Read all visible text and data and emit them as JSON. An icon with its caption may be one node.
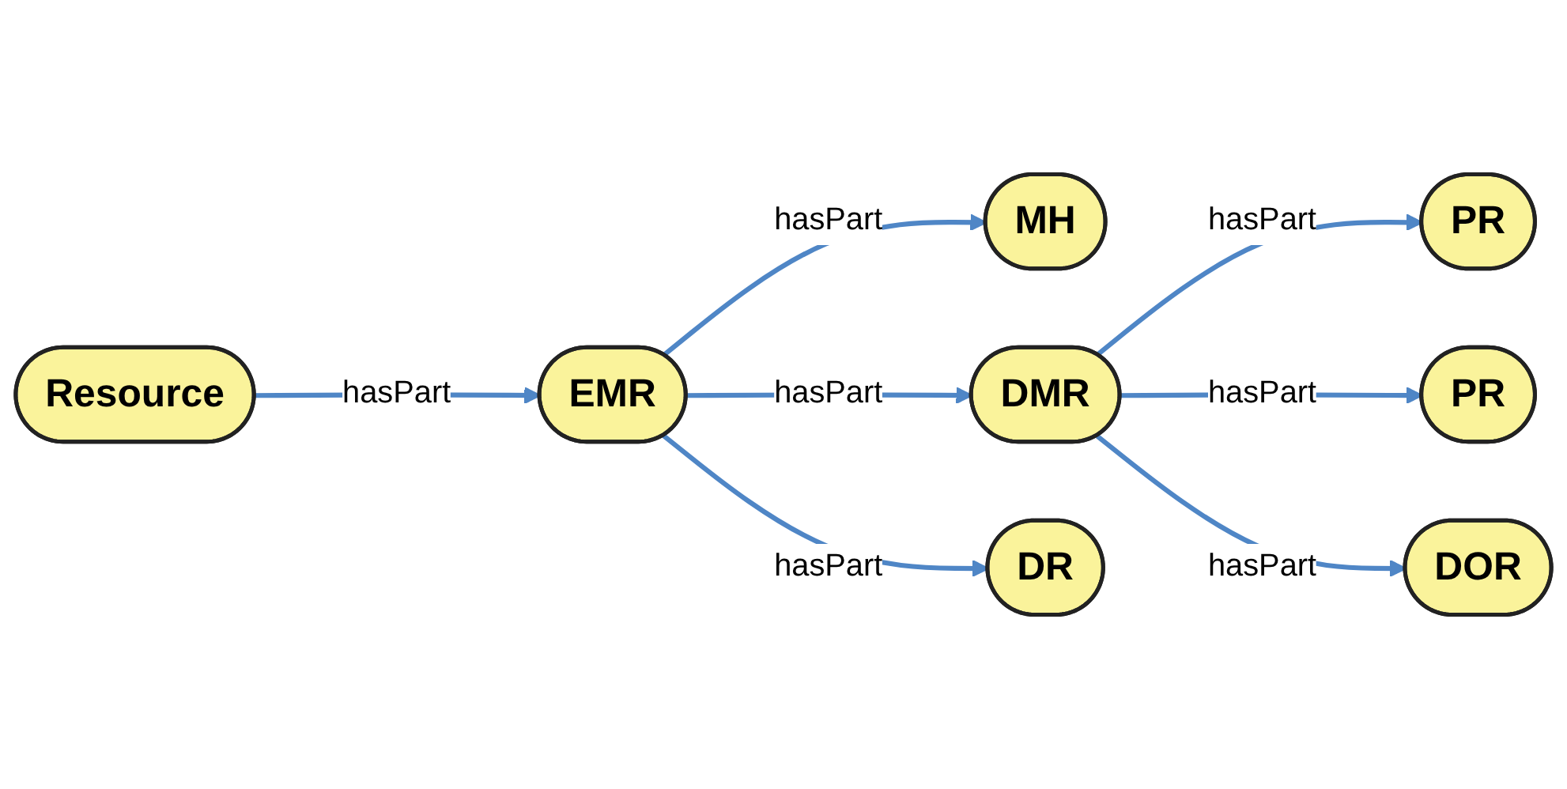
{
  "diagram": {
    "nodes": [
      {
        "text": [
          "Resource"
        ]
      },
      {
        "text": [
          "EMR"
        ]
      },
      {
        "text": [
          "MH"
        ]
      },
      {
        "text": [
          "DMR"
        ]
      },
      {
        "text": [
          "DR"
        ]
      },
      {
        "text": [
          "PR"
        ]
      },
      {
        "text": [
          "PR"
        ]
      },
      {
        "text": [
          "DOR"
        ]
      }
    ],
    "edges": [
      {
        "from": 0,
        "to": 1,
        "arrow": "to",
        "label": "hasPart"
      },
      {
        "from": 1,
        "to": 2,
        "arrow": "to",
        "label": "hasPart"
      },
      {
        "from": 1,
        "to": 3,
        "arrow": "to",
        "label": "hasPart"
      },
      {
        "from": 1,
        "to": 4,
        "arrow": "to",
        "label": "hasPart"
      },
      {
        "from": 3,
        "to": 5,
        "arrow": "to",
        "label": "hasPart"
      },
      {
        "from": 3,
        "to": 6,
        "arrow": "to",
        "label": "hasPart"
      },
      {
        "from": 3,
        "to": 7,
        "arrow": "to",
        "label": "hasPart"
      }
    ]
  }
}
